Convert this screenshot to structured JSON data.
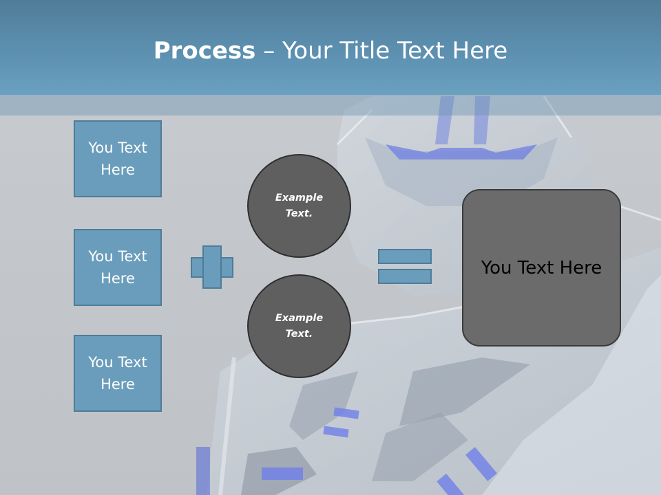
{
  "slide": {
    "title_bold": "Process",
    "title_rest": " – Your Title Text Here"
  },
  "left_boxes": [
    "You Text Here",
    "You Text Here",
    "You Text Here"
  ],
  "circles": [
    "Example Text.",
    "Example Text."
  ],
  "result_box": "You Text Here",
  "operators": [
    "plus-icon",
    "equals-icon"
  ],
  "colors": {
    "header": "#5d90b0",
    "box_fill": "#6a9dbb",
    "box_border": "#4e7c98",
    "circle_fill": "#5f5f5f",
    "result_fill": "#6b6b6b"
  }
}
